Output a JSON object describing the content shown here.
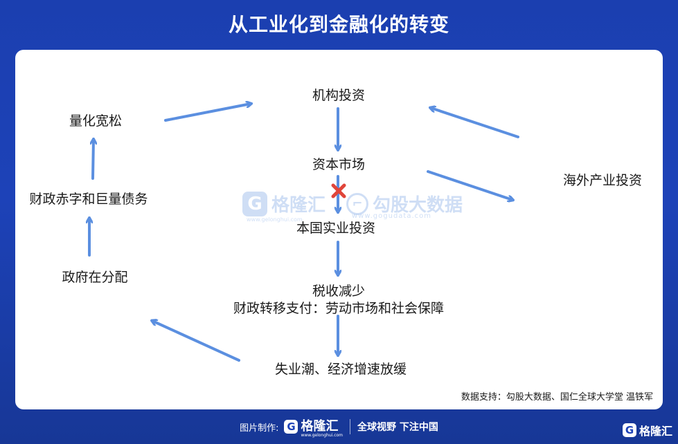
{
  "title": "从工业化到金融化的转变",
  "nodes": {
    "institutional_investment": "机构投资",
    "capital_market": "资本市场",
    "domestic_real_investment": "本国实业投资",
    "tax_revenue_decline": "税收减少",
    "fiscal_transfer": "财政转移支付：劳动市场和社会保障",
    "unemployment": "失业潮、经济增速放缓",
    "government_redistribution": "政府在分配",
    "fiscal_deficit": "财政赤字和巨量债务",
    "quantitative_easing": "量化宽松",
    "overseas_investment": "海外产业投资"
  },
  "watermarks": {
    "gelonghui_mark": "G",
    "gelonghui_name": "格隆汇",
    "gelonghui_url": "www.gelonghui.com",
    "gogudata_name": "勾股大数据",
    "gogudata_url": "www.gogudata.com"
  },
  "source": "数据支持：勾股大数据、国仁全球大学堂 温铁军",
  "footer": {
    "made_by": "图片制作:",
    "brand_mark": "G",
    "brand_name": "格隆汇",
    "brand_url": "www.gelonghui.com",
    "slogan": "全球视野 下注中国",
    "corner_mark": "G",
    "corner_name": "格隆汇"
  },
  "colors": {
    "background": "#1d42b8",
    "arrow": "#5b8fe0",
    "blocked_mark": "#e0453a"
  },
  "icons": {
    "blocked": "red-cross-icon"
  }
}
